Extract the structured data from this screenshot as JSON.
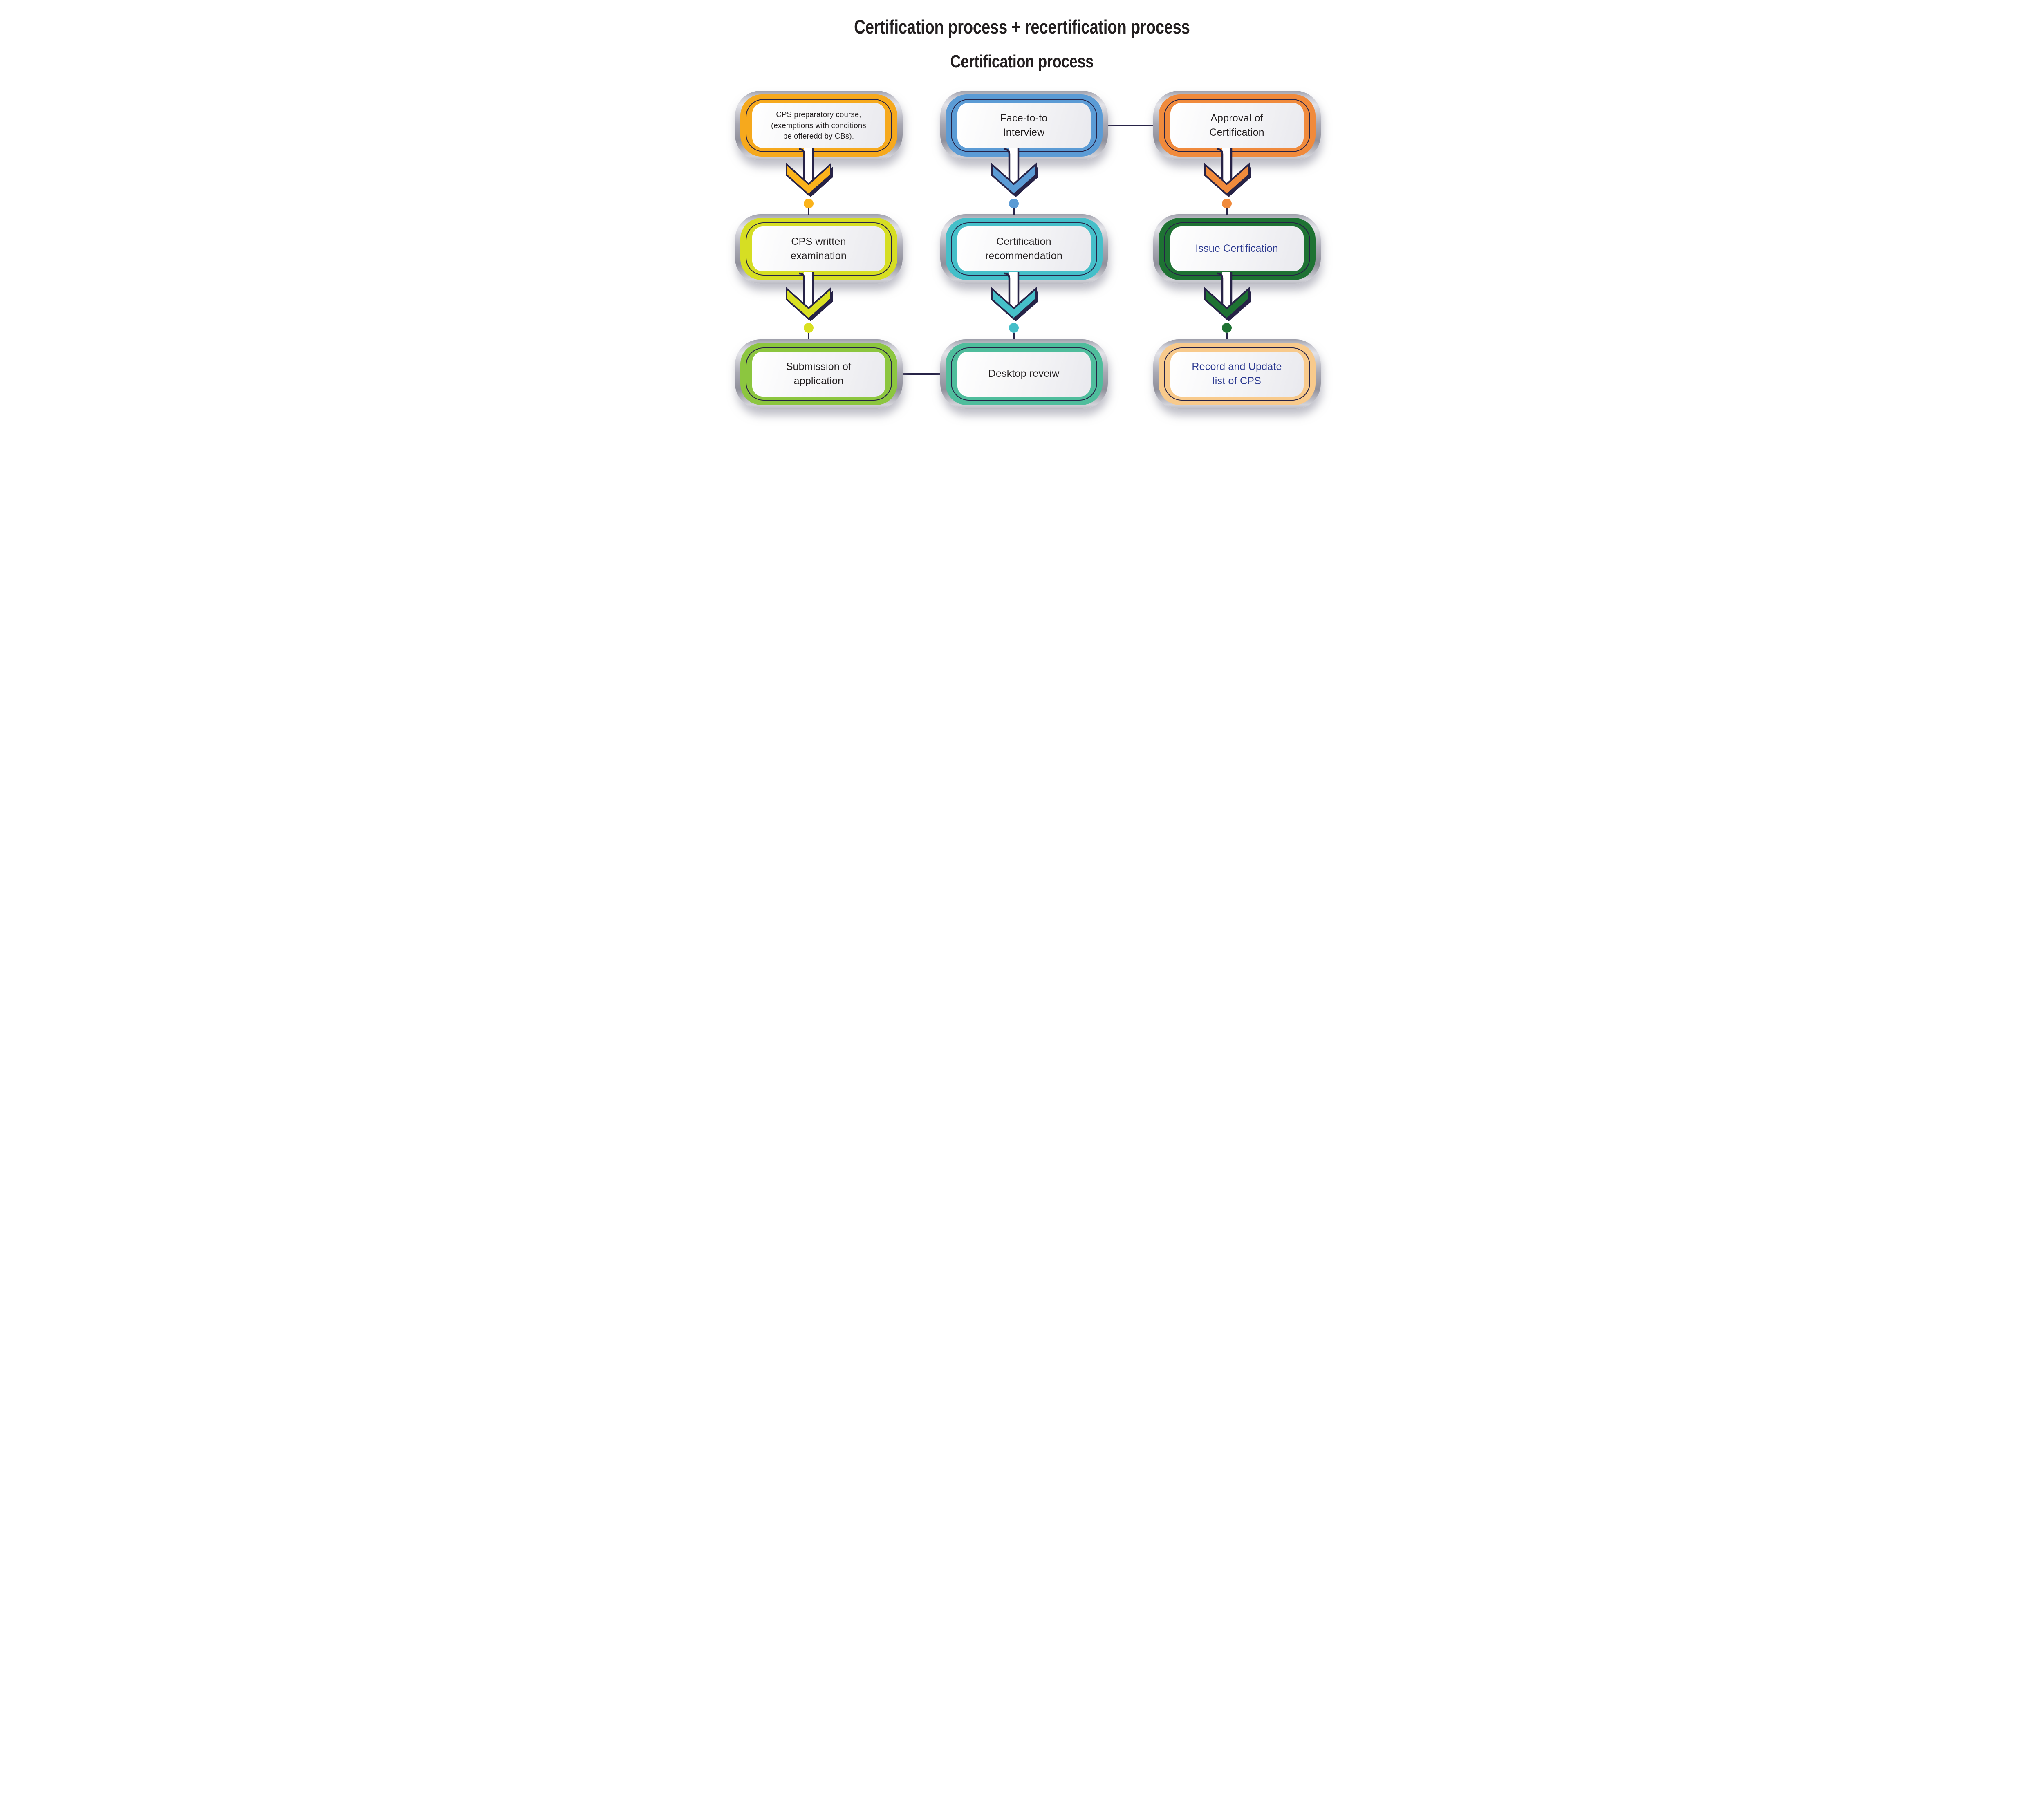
{
  "title": {
    "line1": "Certification process + recertification process",
    "line2": "Certification process"
  },
  "palette": {
    "background": "#FFFFFF",
    "navy_outline": "#272347",
    "title_color": "#231F20",
    "silver_frame": "#B9B9C3",
    "accent_text": "#2B3990"
  },
  "nodes": [
    {
      "id": "cps-preparatory-course",
      "label": "CPS preparatory course,\n(exemptions with conditions\nbe offeredd by CBs).",
      "ring_color": "#F6A91D",
      "text_color": "#231F20"
    },
    {
      "id": "cps-written-examination",
      "label": "CPS written\nexamination",
      "ring_color": "#D6DE23",
      "text_color": "#231F20"
    },
    {
      "id": "submission-of-application",
      "label": "Submission of\napplication",
      "ring_color": "#8CC63F",
      "text_color": "#231F20"
    },
    {
      "id": "face-to-face-interview",
      "label": "Face-to-to\nInterview",
      "ring_color": "#5B9BD5",
      "text_color": "#231F20"
    },
    {
      "id": "certification-recommendation",
      "label": "Certification\nrecommendation",
      "ring_color": "#45BFC9",
      "text_color": "#231F20"
    },
    {
      "id": "desktop-review",
      "label": "Desktop reveiw",
      "ring_color": "#4FBD9C",
      "text_color": "#231F20"
    },
    {
      "id": "approval-of-certification",
      "label": "Approval of\nCertification",
      "ring_color": "#F08A3C",
      "text_color": "#231F20"
    },
    {
      "id": "issue-certification",
      "label": "Issue Certification",
      "ring_color": "#1E7233",
      "text_color": "#2B3990"
    },
    {
      "id": "record-and-update-list-of-cps",
      "label": "Record and Update\nlist of CPS",
      "ring_color": "#F8CA8C",
      "text_color": "#2B3990"
    }
  ],
  "arrows": [
    {
      "from": "cps-preparatory-course",
      "to": "cps-written-examination",
      "direction": "down",
      "color": "#FBB31B"
    },
    {
      "from": "cps-written-examination",
      "to": "submission-of-application",
      "direction": "down",
      "color": "#D9E021"
    },
    {
      "from": "face-to-face-interview",
      "to": "certification-recommendation",
      "direction": "down",
      "color": "#5B9BD5"
    },
    {
      "from": "certification-recommendation",
      "to": "desktop-review",
      "direction": "down",
      "color": "#45BFC9"
    },
    {
      "from": "approval-of-certification",
      "to": "issue-certification",
      "direction": "down",
      "color": "#F08A3C"
    },
    {
      "from": "issue-certification",
      "to": "record-and-update-list-of-cps",
      "direction": "down",
      "color": "#1E7233"
    }
  ],
  "connectors": [
    {
      "from": "submission-of-application",
      "to": "desktop-review",
      "type": "horizontal-line"
    },
    {
      "from": "face-to-face-interview",
      "to": "approval-of-certification",
      "type": "horizontal-line"
    }
  ]
}
